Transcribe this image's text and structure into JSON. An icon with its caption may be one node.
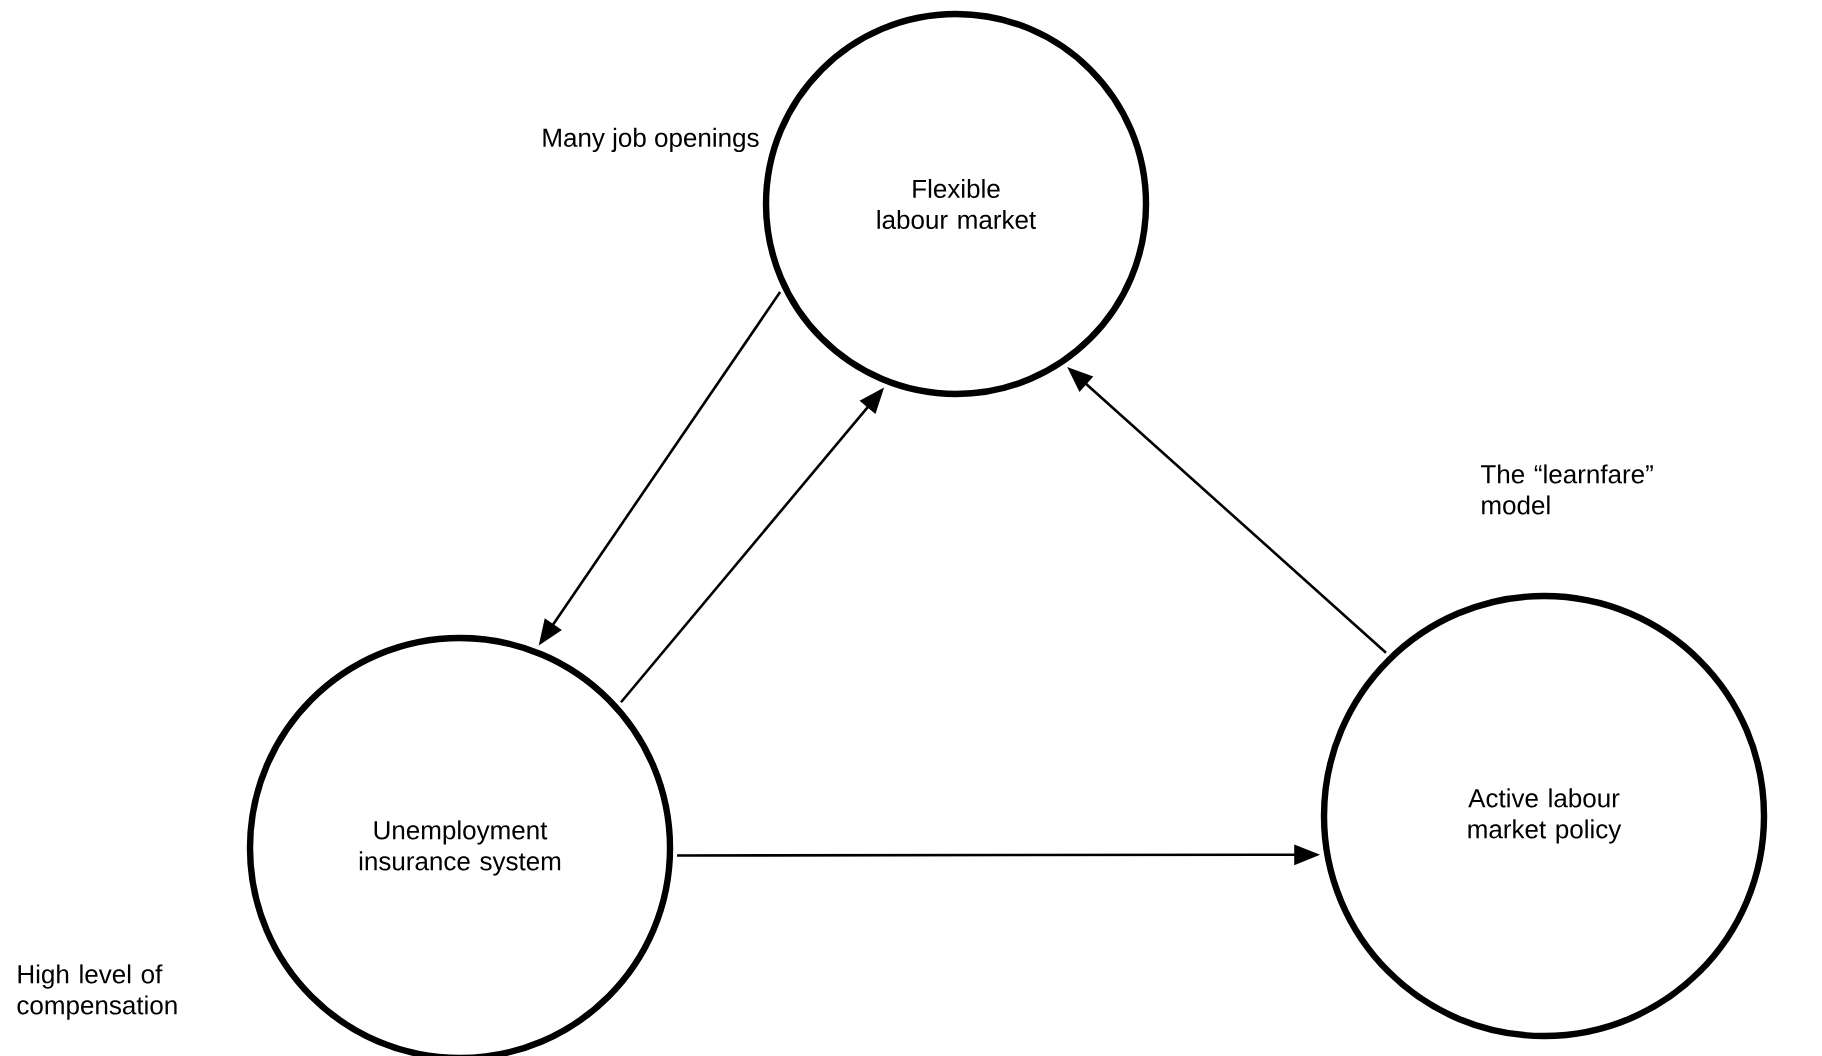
{
  "diagram": {
    "nodes": [
      {
        "text": [
          "Flexible labour market"
        ],
        "beside": [
          "Many job openings"
        ]
      },
      {
        "text": [
          "Unemployment insurance system"
        ],
        "beside": [
          "High level of compensation"
        ]
      },
      {
        "text": [
          "Active labour market policy"
        ],
        "beside": [
          "The “learnfare” model"
        ]
      }
    ],
    "edges": [
      {
        "from": 0,
        "to": 1,
        "arrow": "to"
      },
      {
        "from": 1,
        "to": 0,
        "arrow": "to"
      },
      {
        "from": 2,
        "to": 0,
        "arrow": "to"
      },
      {
        "from": 1,
        "to": 2,
        "arrow": "to"
      }
    ]
  }
}
